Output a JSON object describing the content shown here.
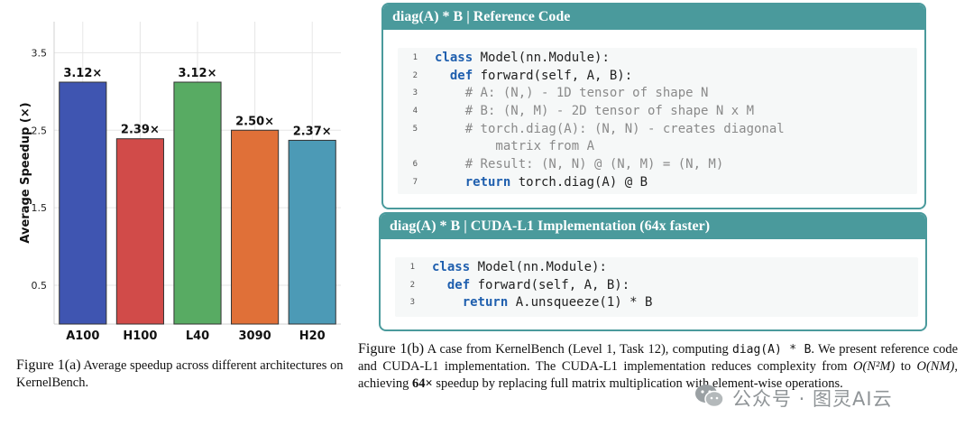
{
  "chart_data": {
    "type": "bar",
    "categories": [
      "A100",
      "H100",
      "L40",
      "3090",
      "H20"
    ],
    "values": [
      3.12,
      2.39,
      3.12,
      2.5,
      2.37
    ],
    "data_labels": [
      "3.12×",
      "2.39×",
      "3.12×",
      "2.50×",
      "2.37×"
    ],
    "colors": [
      "#3f55b1",
      "#d14b49",
      "#58ab63",
      "#e07038",
      "#4c9ab6"
    ],
    "ylabel": "Average Speedup (×)",
    "yticks": [
      0.5,
      1.5,
      2.5,
      3.5
    ],
    "ytick_labels": [
      "0.5",
      "1.5",
      "2.5",
      "3.5"
    ],
    "ylim": [
      0,
      3.9
    ],
    "grid": true,
    "title": "",
    "xlabel": ""
  },
  "caption_a": {
    "fig": "Figure 1(a)",
    "text": " Average speedup across different architectures on KernelBench."
  },
  "caption_b": {
    "fig": "Figure 1(b)",
    "t1": " A case from KernelBench (Level 1, Task 12), computing ",
    "code": "diag(A) * B",
    "t2": ". We present reference code and CUDA-L1 implementation. The CUDA-L1 implementation reduces complexity from ",
    "m1": "O(N²M)",
    "t3": " to ",
    "m2": "O(NM)",
    "t4": ", achieving ",
    "bold": "64×",
    "t5": " speedup by replacing full matrix multiplication with element-wise operations."
  },
  "ref_panel": {
    "title": "diag(A) * B | Reference Code",
    "lines": [
      {
        "n": "1",
        "indent": 0,
        "kw": "class",
        "rest": " Model(nn.Module):",
        "comment": false
      },
      {
        "n": "2",
        "indent": 1,
        "kw": "def",
        "rest": " forward(self, A, B):",
        "comment": false
      },
      {
        "n": "3",
        "indent": 2,
        "kw": "",
        "rest": "# A: (N,) - 1D tensor of shape N",
        "comment": true
      },
      {
        "n": "4",
        "indent": 2,
        "kw": "",
        "rest": "# B: (N, M) - 2D tensor of shape N x M",
        "comment": true
      },
      {
        "n": "5",
        "indent": 2,
        "kw": "",
        "rest": "# torch.diag(A): (N, N) - creates diagonal",
        "comment": true
      },
      {
        "n": "",
        "indent": 4,
        "kw": "",
        "rest": "matrix from A",
        "comment": true
      },
      {
        "n": "6",
        "indent": 2,
        "kw": "",
        "rest": "# Result: (N, N) @ (N, M) = (N, M)",
        "comment": true
      },
      {
        "n": "7",
        "indent": 2,
        "kw": "return",
        "rest": " torch.diag(A) @ B",
        "comment": false
      }
    ]
  },
  "cuda_panel": {
    "title": "diag(A) * B | CUDA-L1 Implementation (64x faster)",
    "lines": [
      {
        "n": "1",
        "indent": 0,
        "kw": "class",
        "rest": " Model(nn.Module):",
        "comment": false
      },
      {
        "n": "2",
        "indent": 1,
        "kw": "def",
        "rest": " forward(self, A, B):",
        "comment": false
      },
      {
        "n": "3",
        "indent": 2,
        "kw": "return",
        "rest": " A.unsqueeze(1) * B",
        "comment": false
      }
    ]
  },
  "watermark": {
    "icon": "wechat-icon",
    "text": "公众号 · 图灵AI云"
  }
}
